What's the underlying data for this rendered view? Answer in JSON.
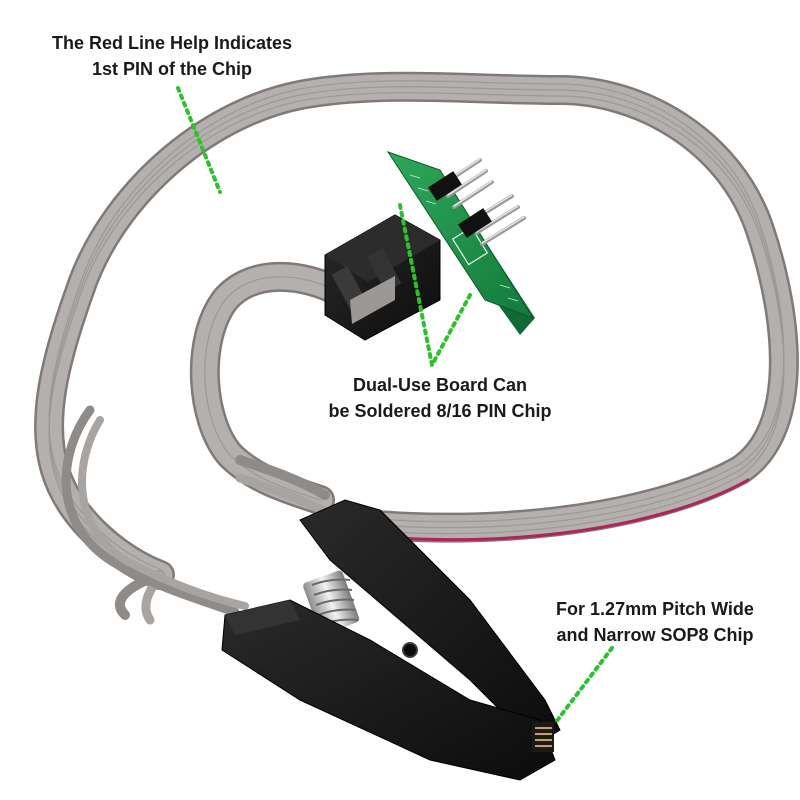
{
  "callouts": {
    "red_line": {
      "line1": "The Red Line Help Indicates",
      "line2": "1st PIN of the Chip"
    },
    "dual_use_board": {
      "line1": "Dual-Use Board Can",
      "line2": "be Soldered 8/16 PIN Chip"
    },
    "pitch": {
      "line1": "For 1.27mm Pitch Wide",
      "line2": "and Narrow SOP8 Chip"
    }
  },
  "colors": {
    "background": "#ffffff",
    "cable": "#a8a4a2",
    "cable_edge": "#7f7a78",
    "red_stripe": "#b0245a",
    "pcb_green": "#1f8f4a",
    "clip_black": "#141414",
    "callout_dots": "#2fc02f",
    "text": "#1a1a1a"
  }
}
